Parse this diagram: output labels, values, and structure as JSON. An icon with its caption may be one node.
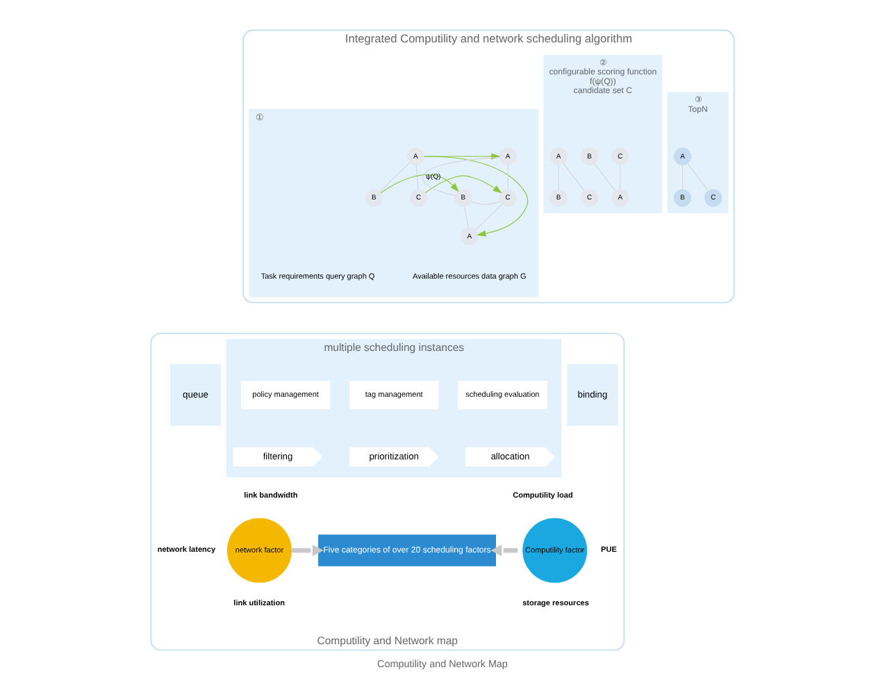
{
  "diagram": {
    "caption": "Computility and Network Map",
    "nodes": [
      {
        "text": [
          "Integrated Computility and network scheduling algorithm"
        ]
      },
      {
        "text": [
          "①"
        ],
        "in": 0
      },
      {
        "text": [
          "A"
        ],
        "in": 1
      },
      {
        "text": [
          "B"
        ],
        "in": 1
      },
      {
        "text": [
          "C"
        ],
        "in": 1
      },
      {
        "text": [
          "A"
        ],
        "in": 1
      },
      {
        "text": [
          "B"
        ],
        "in": 1
      },
      {
        "text": [
          "C"
        ],
        "in": 1
      },
      {
        "text": [
          "A"
        ],
        "in": 1
      },
      {
        "text": [
          "②",
          "configurable scoring function",
          "f(ψ(Q))",
          "candidate set C"
        ],
        "in": 0
      },
      {
        "text": [
          "A"
        ],
        "in": 9
      },
      {
        "text": [
          "B"
        ],
        "in": 9
      },
      {
        "text": [
          "C"
        ],
        "in": 9
      },
      {
        "text": [
          "B"
        ],
        "in": 9
      },
      {
        "text": [
          "C"
        ],
        "in": 9
      },
      {
        "text": [
          "A"
        ],
        "in": 9
      },
      {
        "text": [
          "③",
          "TopN"
        ],
        "in": 0
      },
      {
        "text": [
          "A"
        ],
        "in": 16
      },
      {
        "text": [
          "B"
        ],
        "in": 16
      },
      {
        "text": [
          "C"
        ],
        "in": 16
      },
      {
        "text": [
          "Computility and Network map"
        ]
      },
      {
        "text": [
          "queue"
        ],
        "in": 20
      },
      {
        "text": [
          "multiple scheduling instances"
        ],
        "in": 20
      },
      {
        "text": [
          "policy management"
        ],
        "in": 22
      },
      {
        "text": [
          "tag management"
        ],
        "in": 22
      },
      {
        "text": [
          "scheduling evaluation"
        ],
        "in": 22
      },
      {
        "text": [
          "filtering"
        ],
        "in": 22
      },
      {
        "text": [
          "prioritization"
        ],
        "in": 22
      },
      {
        "text": [
          "allocation"
        ],
        "in": 22
      },
      {
        "text": [
          "binding"
        ],
        "in": 20
      },
      {
        "text": [
          "network factor"
        ],
        "in": 20,
        "beside": [
          "link bandwidth",
          "network latency",
          "link utilization"
        ]
      },
      {
        "text": [
          "Five categories of over 20 scheduling factors"
        ],
        "in": 20
      },
      {
        "text": [
          "Computility factor"
        ],
        "in": 20,
        "beside": [
          "Computility load",
          "PUE",
          "storage resources"
        ]
      }
    ],
    "edges": [
      {
        "from": 2,
        "to": 3,
        "arrow": "none"
      },
      {
        "from": 2,
        "to": 4,
        "arrow": "none"
      },
      {
        "from": 5,
        "to": 6,
        "arrow": "none"
      },
      {
        "from": 5,
        "to": 7,
        "arrow": "none"
      },
      {
        "from": 6,
        "to": 7,
        "arrow": "none"
      },
      {
        "from": 6,
        "to": 8,
        "arrow": "none"
      },
      {
        "from": 7,
        "to": 8,
        "arrow": "none"
      },
      {
        "from": 2,
        "to": 5,
        "arrow": "to",
        "color": "#8dc63f"
      },
      {
        "from": 2,
        "to": 8,
        "arrow": "to",
        "color": "#8dc63f"
      },
      {
        "from": 3,
        "to": 6,
        "arrow": "to",
        "label": "ψ(Q)",
        "color": "#8dc63f"
      },
      {
        "from": 4,
        "to": 7,
        "arrow": "to",
        "color": "#8dc63f"
      },
      {
        "from": 10,
        "to": 11,
        "arrow": "none"
      },
      {
        "from": 10,
        "to": 12,
        "arrow": "none"
      },
      {
        "from": 13,
        "to": 15,
        "arrow": "none"
      },
      {
        "from": 14,
        "to": 15,
        "arrow": "none"
      },
      {
        "from": 17,
        "to": 18,
        "arrow": "none"
      },
      {
        "from": 17,
        "to": 19,
        "arrow": "none"
      },
      {
        "from": 30,
        "to": 31,
        "arrow": "to",
        "style": "thick",
        "color": "#c8c8c8"
      },
      {
        "from": 32,
        "to": 31,
        "arrow": "to",
        "style": "thick",
        "color": "#c8c8c8"
      }
    ],
    "labels": [
      "Task requirements query graph Q",
      "Available resources data graph G"
    ]
  }
}
